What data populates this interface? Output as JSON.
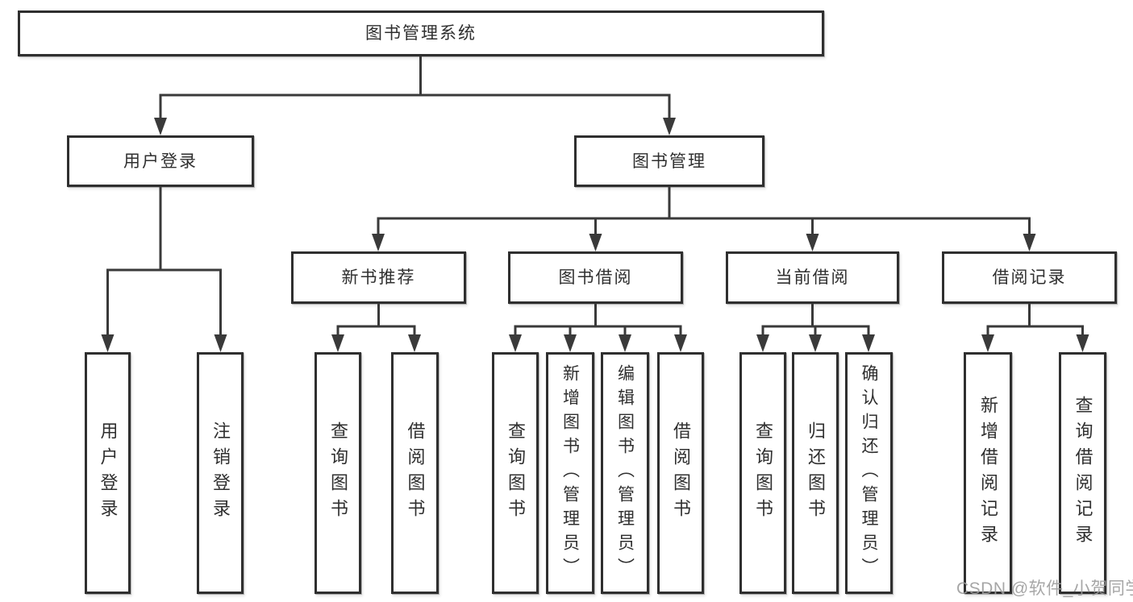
{
  "nodes": {
    "root": "图书管理系统",
    "level2": [
      "用户登录",
      "图书管理"
    ],
    "level3": [
      "新书推荐",
      "图书借阅",
      "当前借阅",
      "借阅记录"
    ],
    "leaves_user_login": [
      "用户登录",
      "注销登录"
    ],
    "leaves_new_books": [
      "查询图书",
      "借阅图书"
    ],
    "leaves_book_borrowing": [
      "查询图书",
      "新增图书（管理员）",
      "编辑图书（管理员）",
      "借阅图书"
    ],
    "leaves_current_borrowing": [
      "查询图书",
      "归还图书",
      "确认归还（管理员）"
    ],
    "leaves_borrow_records": [
      "新增借阅记录",
      "查询借阅记录"
    ]
  },
  "watermark": "CSDN @软件_小贺同学",
  "colors": {
    "line": "#3a3a3a",
    "box_border": "#2f2f2f",
    "text": "#2f2f2f",
    "watermark": "#9d9d9d",
    "background": "#ffffff"
  }
}
